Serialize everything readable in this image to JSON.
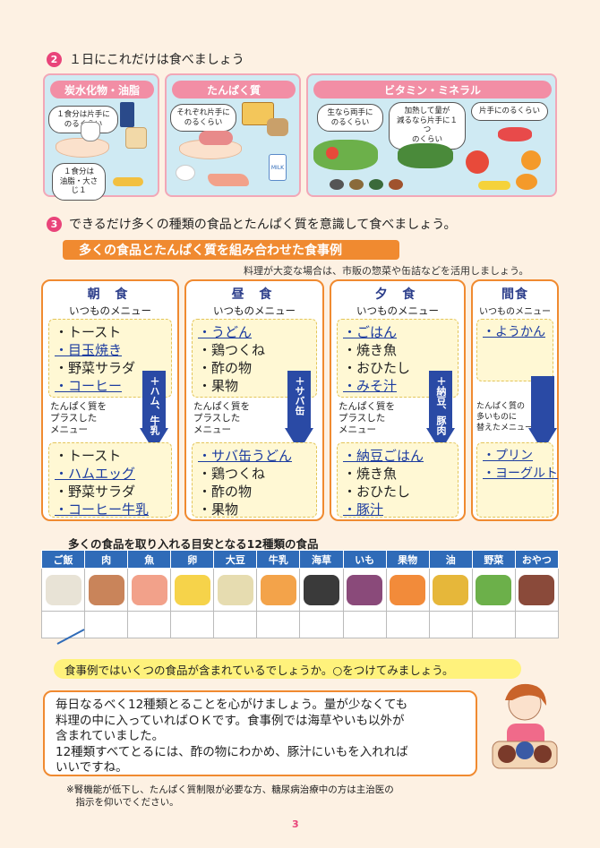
{
  "section2": {
    "number": "2",
    "title": "１日にこれだけは食べましょう"
  },
  "panels": {
    "carbs": {
      "title": "炭水化物・油脂",
      "bubble1": "１食分は片手に\nのるくらい",
      "bubble2": "１食分は\n油脂・大さじ１"
    },
    "protein": {
      "title": "たんぱく質",
      "bubble1": "それぞれ片手に\nのるくらい",
      "milk_label": "MILK"
    },
    "vitamin": {
      "title": "ビタミン・ミネラル",
      "bubble1": "生なら両手に\nのるくらい",
      "bubble2": "加熱して量が\n減るなら片手に１つ\nのくらい",
      "bubble3": "片手にのるくらい"
    }
  },
  "section3": {
    "number": "3",
    "title": "できるだけ多くの種類の食品とたんぱく質を意識して食べましょう。"
  },
  "subtitle": "多くの食品とたんぱく質を組み合わせた食事例",
  "note": "料理が大変な場合は、市販の惣菜や缶詰などを活用しましょう。",
  "meals": [
    {
      "title": "朝 食",
      "sub": "いつものメニュー",
      "usual": [
        {
          "text": "・トースト",
          "hl": false
        },
        {
          "text": "・目玉焼き",
          "hl": true
        },
        {
          "text": "・野菜サラダ",
          "hl": false
        },
        {
          "text": "・コーヒー",
          "hl": true
        }
      ],
      "plus_label": "たんぱく質を\nプラスした\nメニュー",
      "arrow_text": "＋ハム、牛乳",
      "new": [
        {
          "text": "・トースト",
          "hl": false
        },
        {
          "text": "・ハムエッグ",
          "hl": true
        },
        {
          "text": "・野菜サラダ",
          "hl": false
        },
        {
          "text": "・コーヒー牛乳",
          "hl": true
        }
      ]
    },
    {
      "title": "昼 食",
      "sub": "いつものメニュー",
      "usual": [
        {
          "text": "・うどん",
          "hl": true
        },
        {
          "text": "・鶏つくね",
          "hl": false
        },
        {
          "text": "・酢の物",
          "hl": false
        },
        {
          "text": "・果物",
          "hl": false
        }
      ],
      "plus_label": "たんぱく質を\nプラスした\nメニュー",
      "arrow_text": "＋サバ缶",
      "new": [
        {
          "text": "・サバ缶うどん",
          "hl": true
        },
        {
          "text": "・鶏つくね",
          "hl": false
        },
        {
          "text": "・酢の物",
          "hl": false
        },
        {
          "text": "・果物",
          "hl": false
        }
      ]
    },
    {
      "title": "夕 食",
      "sub": "いつものメニュー",
      "usual": [
        {
          "text": "・ごはん",
          "hl": true
        },
        {
          "text": "・焼き魚",
          "hl": false
        },
        {
          "text": "・おひたし",
          "hl": false
        },
        {
          "text": "・みそ汁",
          "hl": true
        }
      ],
      "plus_label": "たんぱく質を\nプラスした\nメニュー",
      "arrow_text": "＋納豆、豚肉",
      "new": [
        {
          "text": "・納豆ごはん",
          "hl": true
        },
        {
          "text": "・焼き魚",
          "hl": false
        },
        {
          "text": "・おひたし",
          "hl": false
        },
        {
          "text": "・豚汁",
          "hl": true
        }
      ]
    },
    {
      "title": "間食",
      "sub": "いつものメニュー",
      "usual": [
        {
          "text": "・ようかん",
          "hl": true
        }
      ],
      "plus_label": "たんぱく質の\n多いものに\n替えたメニュー",
      "arrow_text": "",
      "new": [
        {
          "text": "・プリン",
          "hl": true
        },
        {
          "text": "・ヨーグルト",
          "hl": true
        }
      ]
    }
  ],
  "table_title": "多くの食品を取り入れる目安となる12種類の食品",
  "food_columns": [
    {
      "label": "ご飯",
      "color": "#e8e3d6"
    },
    {
      "label": "肉",
      "color": "#c9845a"
    },
    {
      "label": "魚",
      "color": "#f2a18a"
    },
    {
      "label": "卵",
      "color": "#f6d34a"
    },
    {
      "label": "大豆",
      "color": "#e6dcb0"
    },
    {
      "label": "牛乳",
      "color": "#f3a34a"
    },
    {
      "label": "海草",
      "color": "#3a3a3a"
    },
    {
      "label": "いも",
      "color": "#8a4a7a"
    },
    {
      "label": "果物",
      "color": "#f28b3a"
    },
    {
      "label": "油",
      "color": "#e6b73a"
    },
    {
      "label": "野菜",
      "color": "#6cb04a"
    },
    {
      "label": "おやつ",
      "color": "#8a4a3a"
    }
  ],
  "callout": "食事例ではいくつの食品が含まれているでしょうか。○をつけてみましょう。",
  "speech": [
    "毎日なるべく12種類とることを心がけましょう。量が少なくても",
    "料理の中に入っていればＯＫです。食事例では海草やいも以外が",
    "含まれていました。",
    "12種類すべてとるには、酢の物にわかめ、豚汁にいもを入れれば",
    "いいですね。"
  ],
  "footnote": [
    "※腎機能が低下し、たんぱく質制限が必要な方、糖尿病治療中の方は主治医の",
    "　指示を仰いでください。"
  ],
  "page_number": "3",
  "colors": {
    "accent_orange": "#f08a30",
    "accent_pink": "#e9447a",
    "highlight_blue": "#1c3ca0",
    "arrow_blue": "#2a4aa5",
    "table_header": "#2f6bb8"
  }
}
